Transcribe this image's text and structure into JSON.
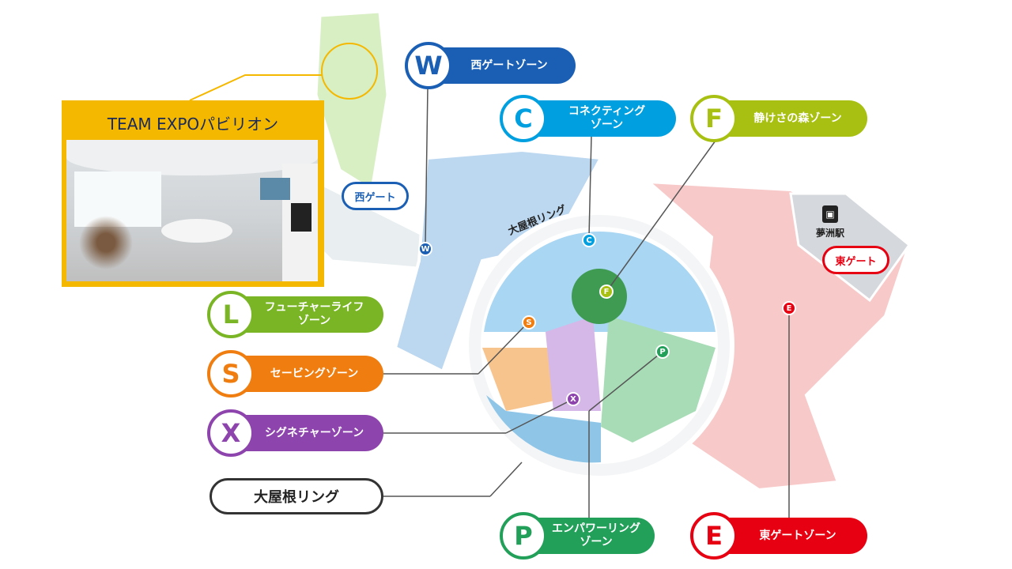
{
  "zones": [
    {
      "id": "W",
      "label": "西ゲートゾーン",
      "color": "#1a5fb4"
    },
    {
      "id": "C",
      "label": "コネクティング\nゾーン",
      "color": "#00a0e0"
    },
    {
      "id": "F",
      "label": "静けさの森ゾーン",
      "color": "#a8c011"
    },
    {
      "id": "L",
      "label": "フューチャーライフ\nゾーン",
      "color": "#7ab526"
    },
    {
      "id": "S",
      "label": "セービングゾーン",
      "color": "#ef7d0f"
    },
    {
      "id": "X",
      "label": "シグネチャーゾーン",
      "color": "#8e44ad"
    },
    {
      "id": "P",
      "label": "エンパワーリング\nゾーン",
      "color": "#22a05a"
    },
    {
      "id": "E",
      "label": "東ゲートゾーン",
      "color": "#e60012"
    }
  ],
  "ring_label": "大屋根リング",
  "map_ring_label": "大屋根リング",
  "west_gate": "西ゲート",
  "east_gate": "東ゲート",
  "station": "夢洲駅",
  "station_icon": "train-icon",
  "pavilion": {
    "title": "TEAM EXPOパビリオン",
    "highlight_color": "#f5b800"
  }
}
